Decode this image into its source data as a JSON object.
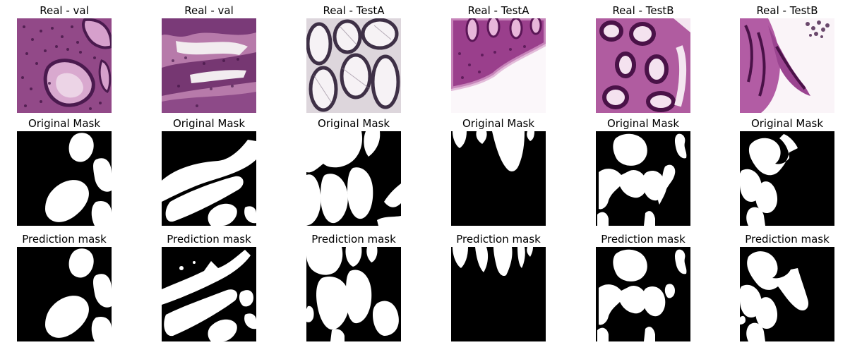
{
  "rows": [
    {
      "row": "real",
      "titles": [
        "Real - val",
        "Real - val",
        "Real - TestA",
        "Real - TestA",
        "Real - TestB",
        "Real - TestB"
      ]
    },
    {
      "row": "original-mask",
      "titles": [
        "Original Mask",
        "Original Mask",
        "Original Mask",
        "Original Mask",
        "Original Mask",
        "Original Mask"
      ]
    },
    {
      "row": "prediction-mask",
      "titles": [
        "Prediction mask",
        "Prediction mask",
        "Prediction mask",
        "Prediction mask",
        "Prediction mask",
        "Prediction mask"
      ]
    }
  ],
  "colors": {
    "mask_background": "#000000",
    "mask_foreground": "#ffffff",
    "tissue_dark": "#4a1a4e",
    "tissue_mid": "#a0508f",
    "tissue_light": "#e2c2dc"
  }
}
